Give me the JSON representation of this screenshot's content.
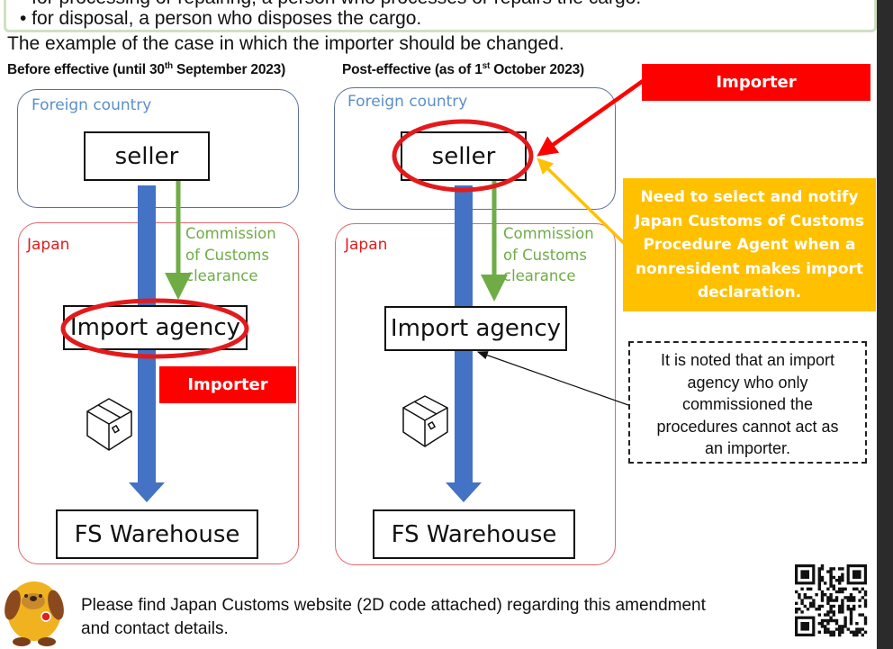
{
  "top_box": {
    "line1": "• for processing or repairing, a person who processes or repairs the cargo.",
    "line2": "• for disposal, a person who disposes the cargo."
  },
  "intro": "The example of the case in which the importer should be changed.",
  "before": {
    "header_prefix": "Before effective (until 30",
    "header_sup": "th",
    "header_suffix": " September 2023)",
    "foreign_label": "Foreign country",
    "japan_label": "Japan",
    "seller": "seller",
    "commission_lines": [
      "Commission",
      "of Customs",
      "clearance"
    ],
    "import_agency": "Import agency",
    "importer_tag": "Importer",
    "warehouse": "FS Warehouse",
    "highlighted": "Import agency"
  },
  "after": {
    "header_prefix": "Post-effective (as of 1",
    "header_sup": "st",
    "header_suffix": " October 2023)",
    "foreign_label": "Foreign country",
    "japan_label": "Japan",
    "seller": "seller",
    "commission_lines": [
      "Commission",
      "of Customs",
      "clearance"
    ],
    "import_agency": "Import agency",
    "warehouse": "FS Warehouse",
    "highlighted": "seller"
  },
  "callouts": {
    "importer_tag": "Importer",
    "orange_lines": [
      "Need to select and notify",
      "Japan Customs of Customs",
      "Procedure Agent when a",
      "nonresident makes import",
      "declaration."
    ],
    "note_lines": [
      "It is noted that an import",
      "agency who only",
      "commissioned the",
      "procedures cannot act as",
      "an importer."
    ]
  },
  "footer": {
    "line1": "Please find Japan Customs website (2D code attached) regarding this amendment",
    "line2": "and contact details.",
    "mascot": "customs-mascot",
    "qr": "qr-code"
  },
  "colors": {
    "red": "#ff0000",
    "orange": "#ffc000",
    "green": "#6fac46",
    "blue": "#4472c4",
    "foreign_border": "#5a6e9a",
    "japan_border": "#e0676b"
  }
}
